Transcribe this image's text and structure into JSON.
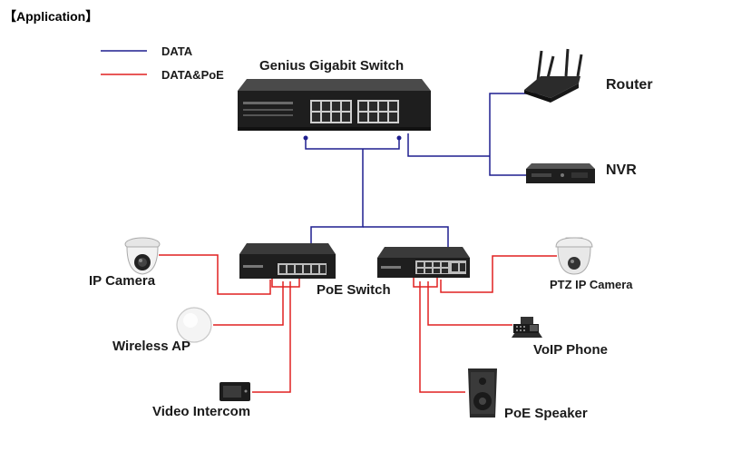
{
  "title": "【Application】",
  "legend": {
    "data_label": "DATA",
    "poe_label": "DATA&PoE",
    "data_color": "#1f1f8f",
    "poe_color": "#e02020"
  },
  "devices": {
    "core_switch": "Genius Gigabit Switch",
    "router": "Router",
    "nvr": "NVR",
    "poe_switch": "PoE Switch",
    "ip_camera": "IP Camera",
    "wireless_ap": "Wireless AP",
    "video_intercom": "Video Intercom",
    "ptz_camera": "PTZ IP Camera",
    "voip_phone": "VoIP Phone",
    "poe_speaker": "PoE Speaker"
  },
  "icons": {
    "core_switch": "rack-switch-icon",
    "router": "wifi-router-icon",
    "nvr": "nvr-recorder-icon",
    "poe_switch": "desktop-switch-icon",
    "ip_camera": "dome-camera-icon",
    "wireless_ap": "access-point-icon",
    "video_intercom": "intercom-panel-icon",
    "ptz_camera": "ptz-camera-icon",
    "voip_phone": "desk-phone-icon",
    "poe_speaker": "speaker-cabinet-icon"
  }
}
